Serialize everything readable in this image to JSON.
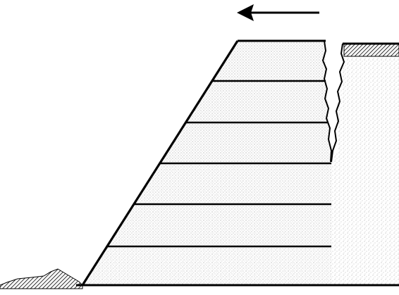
{
  "diagram": {
    "description_text": "",
    "arrow": {
      "direction": "left"
    },
    "layers": {
      "count": 6,
      "separator_lines": 5
    },
    "tension_crack": {
      "present": true
    },
    "ground_hatching": {
      "left": true,
      "right": true
    },
    "colors": {
      "line": "#000000",
      "fill_stipple": "#9a9a9a",
      "background": "#ffffff"
    }
  }
}
